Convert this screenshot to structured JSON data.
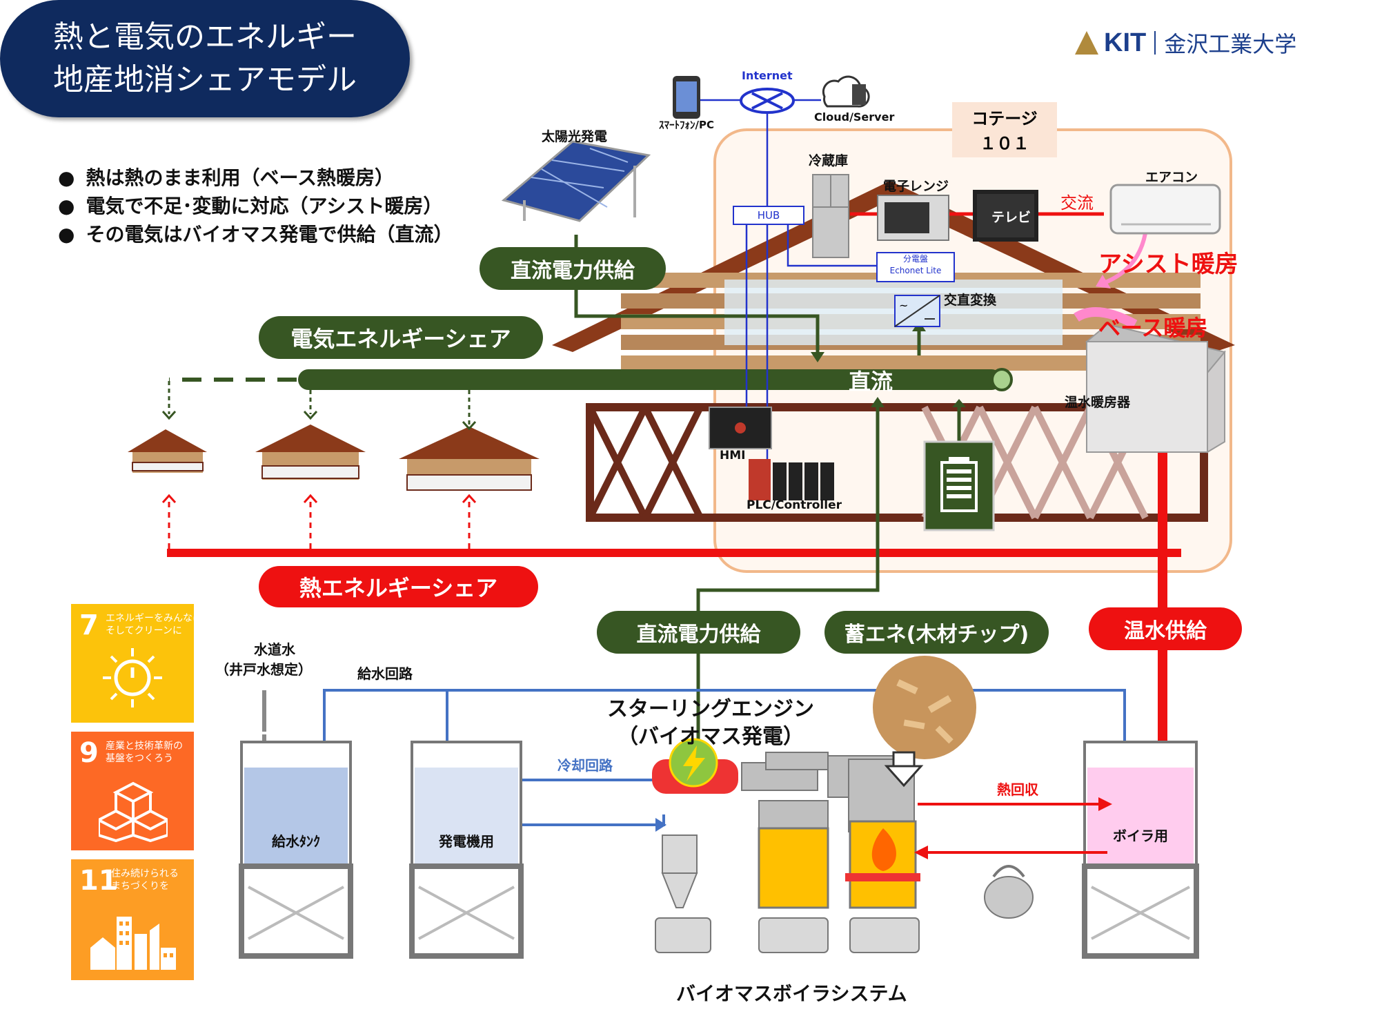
{
  "title": {
    "line1": "熱と電気のエネルギー",
    "line2": "地産地消シェアモデル"
  },
  "bullets": [
    "熱は熱のまま利用（ベース熱暖房）",
    "電気で不足･変動に対応（アシスト暖房）",
    "その電気はバイオマス発電で供給（直流）"
  ],
  "brand": {
    "logo": "KIT",
    "name": "金沢工業大学",
    "color": "#1c3f8c",
    "accent": "#b08a3c"
  },
  "network": {
    "internet": "Internet",
    "smartphone": "ｽﾏｰﾄﾌｫﾝ/PC",
    "cloud": "Cloud/Server",
    "hub": "HUB",
    "panel_line1": "分電盤",
    "panel_line2": "Echonet Lite"
  },
  "cottage": {
    "line1": "コテージ",
    "line2": "１０１"
  },
  "devices": {
    "solar": "太陽光発電",
    "fridge": "冷蔵庫",
    "microwave": "電子レンジ",
    "tv": "テレビ",
    "aircon": "エアコン",
    "ac_label": "交流",
    "converter": "交直変換",
    "heater": "温水暖房器",
    "hmi": "HMI",
    "plc": "PLC/Controller"
  },
  "labels": {
    "dc_supply_top": "直流電力供給",
    "elec_share": "電気エネルギーシェア",
    "dc_line": "直流",
    "heat_share": "熱エネルギーシェア",
    "dc_supply_bottom": "直流電力供給",
    "storage": "蓄エネ(木材チップ)",
    "hot_water": "温水供給",
    "assist": "アシスト暖房",
    "base": "ベース暖房"
  },
  "water": {
    "tap_line1": "水道水",
    "tap_line2": "（井戸水想定）",
    "circuit": "給水回路",
    "supply_tank": "給水ﾀﾝｸ",
    "generator_tank": "発電機用",
    "boiler_tank": "ボイラ用",
    "cooling": "冷却回路",
    "heat_recovery": "熱回収"
  },
  "engine": {
    "line1": "スターリングエンジン",
    "line2": "（バイオマス発電）"
  },
  "system": "バイオマスボイラシステム",
  "sdgs": [
    {
      "num": "7",
      "text": "エネルギーをみんなに\nそしてクリーンに",
      "color": "#fcc30b"
    },
    {
      "num": "9",
      "text": "産業と技術革新の\n基盤をつくろう",
      "color": "#fd6925"
    },
    {
      "num": "11",
      "text": "住み続けられる\nまちづくりを",
      "color": "#fd9d24"
    }
  ],
  "colors": {
    "dark_green": "#375623",
    "red": "#ee1111",
    "blue": "#4472c4",
    "navy": "#0f2a5e",
    "pink": "#ff88cc"
  }
}
